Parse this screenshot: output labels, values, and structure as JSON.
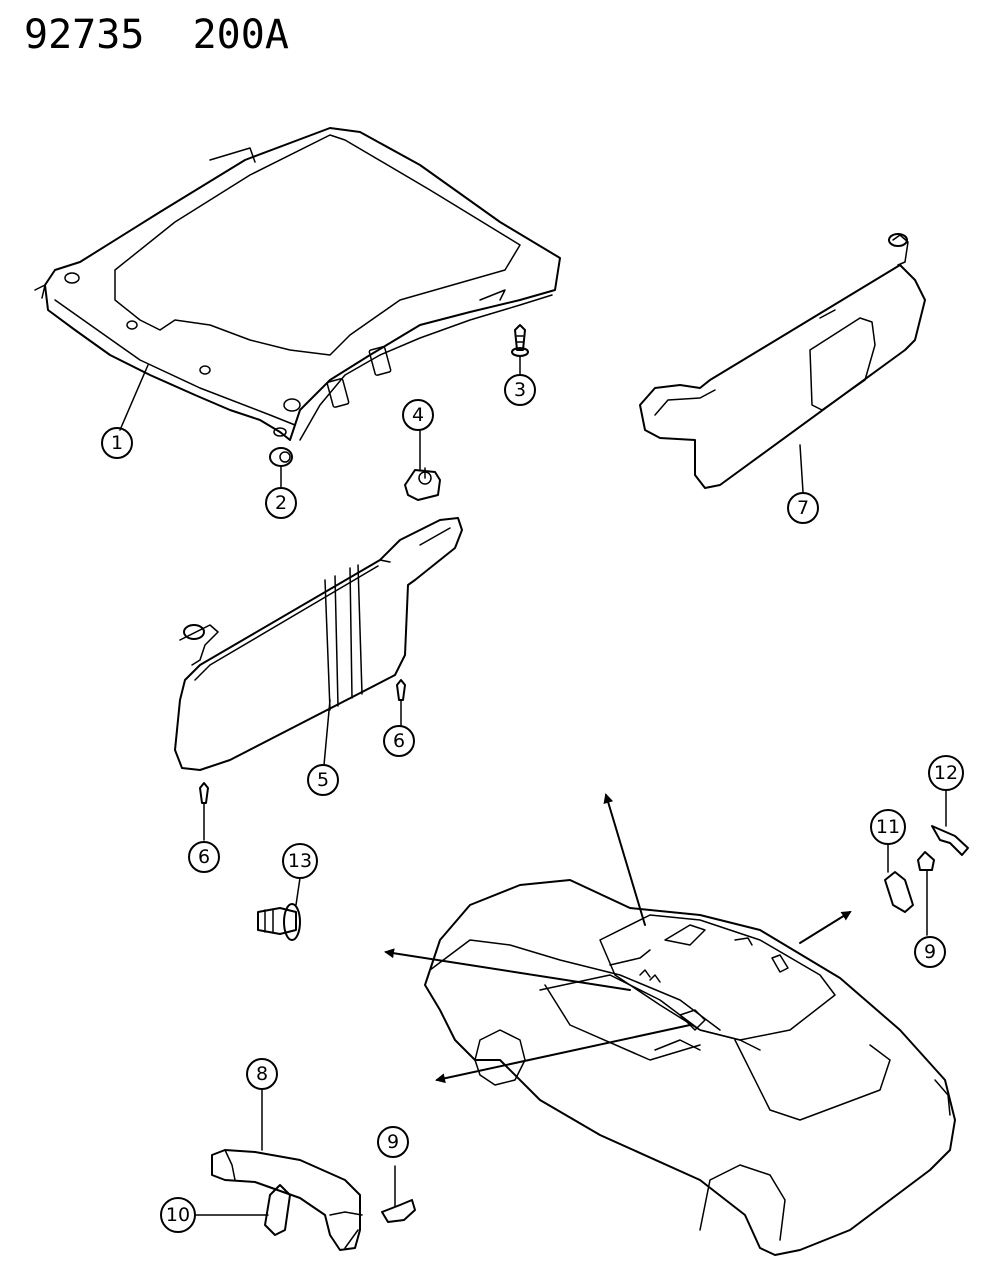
{
  "diagram": {
    "title": "92735  200A",
    "callouts": {
      "c1": "1",
      "c2": "2",
      "c3": "3",
      "c4": "4",
      "c5": "5",
      "c6a": "6",
      "c6b": "6",
      "c7": "7",
      "c8": "8",
      "c9a": "9",
      "c9b": "9",
      "c10": "10",
      "c11": "11",
      "c12": "12",
      "c13": "13"
    }
  }
}
